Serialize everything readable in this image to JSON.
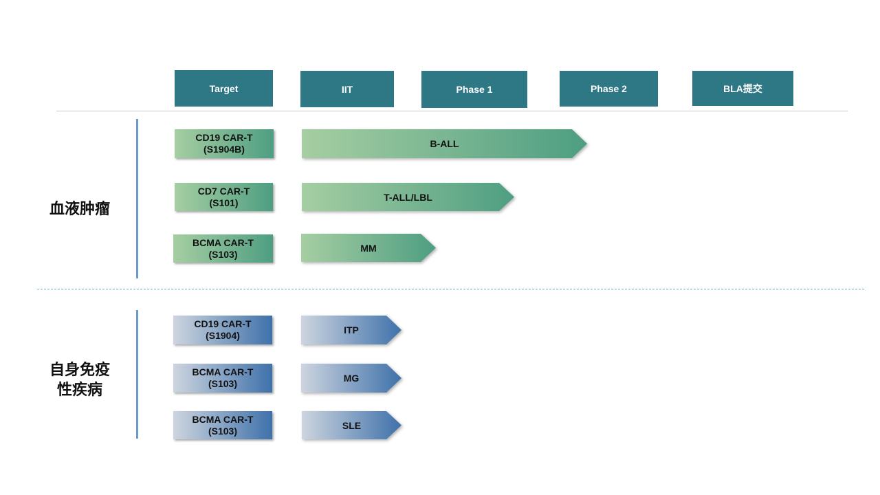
{
  "header": {
    "columns": [
      "Target",
      "IIT",
      "Phase 1",
      "Phase 2",
      "BLA提交"
    ]
  },
  "colors": {
    "header_bg": "#2e7886",
    "green_start": "#a6cea2",
    "green_end": "#4e9e82",
    "blue_start": "#cdd5df",
    "blue_end": "#3f71aa",
    "divider": "#6a9acb"
  },
  "sections": [
    {
      "category": "血液肿瘤",
      "color": "green",
      "rows": [
        {
          "target_line1": "CD19 CAR-T",
          "target_line2": "(S1904B)",
          "indication": "B-ALL",
          "stage": "Phase 2"
        },
        {
          "target_line1": "CD7 CAR-T",
          "target_line2": "(S101)",
          "indication": "T-ALL/LBL",
          "stage": "Phase 1"
        },
        {
          "target_line1": "BCMA CAR-T",
          "target_line2": "(S103)",
          "indication": "MM",
          "stage": "IIT"
        }
      ]
    },
    {
      "category_line1": "自身免疫",
      "category_line2": "性疾病",
      "color": "blue",
      "rows": [
        {
          "target_line1": "CD19 CAR-T",
          "target_line2": "(S1904)",
          "indication": "ITP",
          "stage": "IIT"
        },
        {
          "target_line1": "BCMA CAR-T",
          "target_line2": "(S103)",
          "indication": "MG",
          "stage": "IIT"
        },
        {
          "target_line1": "BCMA CAR-T",
          "target_line2": "(S103)",
          "indication": "SLE",
          "stage": "IIT"
        }
      ]
    }
  ]
}
